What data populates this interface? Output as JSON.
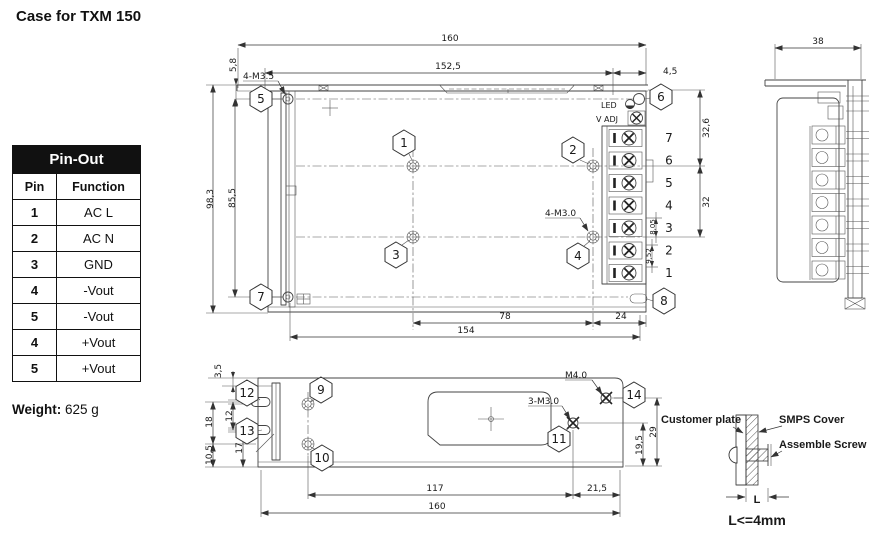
{
  "title": "Case for TXM 150",
  "pinout": {
    "title": "Pin-Out",
    "col_pin": "Pin",
    "col_function": "Function",
    "rows": [
      {
        "pin": "1",
        "fn": "AC L"
      },
      {
        "pin": "2",
        "fn": "AC N"
      },
      {
        "pin": "3",
        "fn": "GND"
      },
      {
        "pin": "4",
        "fn": "-Vout"
      },
      {
        "pin": "5",
        "fn": "-Vout"
      },
      {
        "pin": "4",
        "fn": "+Vout"
      },
      {
        "pin": "5",
        "fn": "+Vout"
      }
    ]
  },
  "weight_label": "Weight:",
  "weight_value": "625 g",
  "top": {
    "d160": "160",
    "d1525": "152,5",
    "d45": "4,5",
    "d58": "5,8",
    "d983": "98,3",
    "d855": "85,5",
    "d78": "78",
    "d24": "24",
    "d154": "154",
    "d326": "32,6",
    "d32": "32",
    "d805": "8,05",
    "d952": "9,52",
    "m35": "4-M3.5",
    "m30": "4-M3.0",
    "led": "LED",
    "vadj": "V ADJ",
    "terminals": [
      "7",
      "6",
      "5",
      "4",
      "3",
      "2",
      "1"
    ],
    "callouts": [
      "1",
      "2",
      "3",
      "4",
      "5",
      "6",
      "7",
      "8"
    ]
  },
  "side": {
    "d38": "38"
  },
  "bottom": {
    "d35": "3,5",
    "d18": "18",
    "d12": "12",
    "d17": "17",
    "d105": "10,5",
    "d117": "117",
    "d215": "21,5",
    "d160": "160",
    "d195": "19,5",
    "d29": "29",
    "m40": "M4.0",
    "m30": "3-M3.0",
    "callouts": [
      "9",
      "10",
      "11",
      "12",
      "13",
      "14"
    ]
  },
  "detail": {
    "customer_plate": "Customer plate",
    "smps_cover": "SMPS Cover",
    "assemble_screw": "Assemble Screw",
    "l": "L",
    "note": "L<=4mm"
  }
}
